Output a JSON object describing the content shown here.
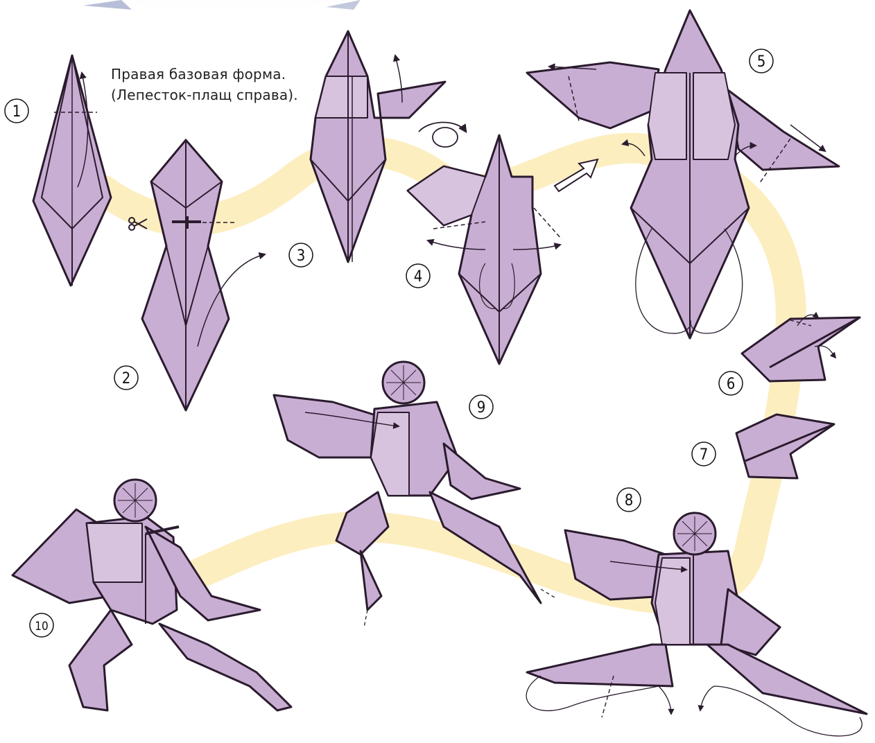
{
  "caption": {
    "line1": "Правая базовая форма.",
    "line2": "(Лепесток-плащ справа)."
  },
  "steps": [
    "1",
    "2",
    "3",
    "4",
    "5",
    "6",
    "7",
    "8",
    "9",
    "10"
  ],
  "colors": {
    "paper": "#c9aed3",
    "paper_light": "#d8c3df",
    "outline": "#2a1b2e",
    "path_band": "#fdeec0",
    "background": "#ffffff"
  },
  "icons": [
    "scissors-icon",
    "rotate-arrow-icon",
    "enlarge-arrow-icon"
  ]
}
